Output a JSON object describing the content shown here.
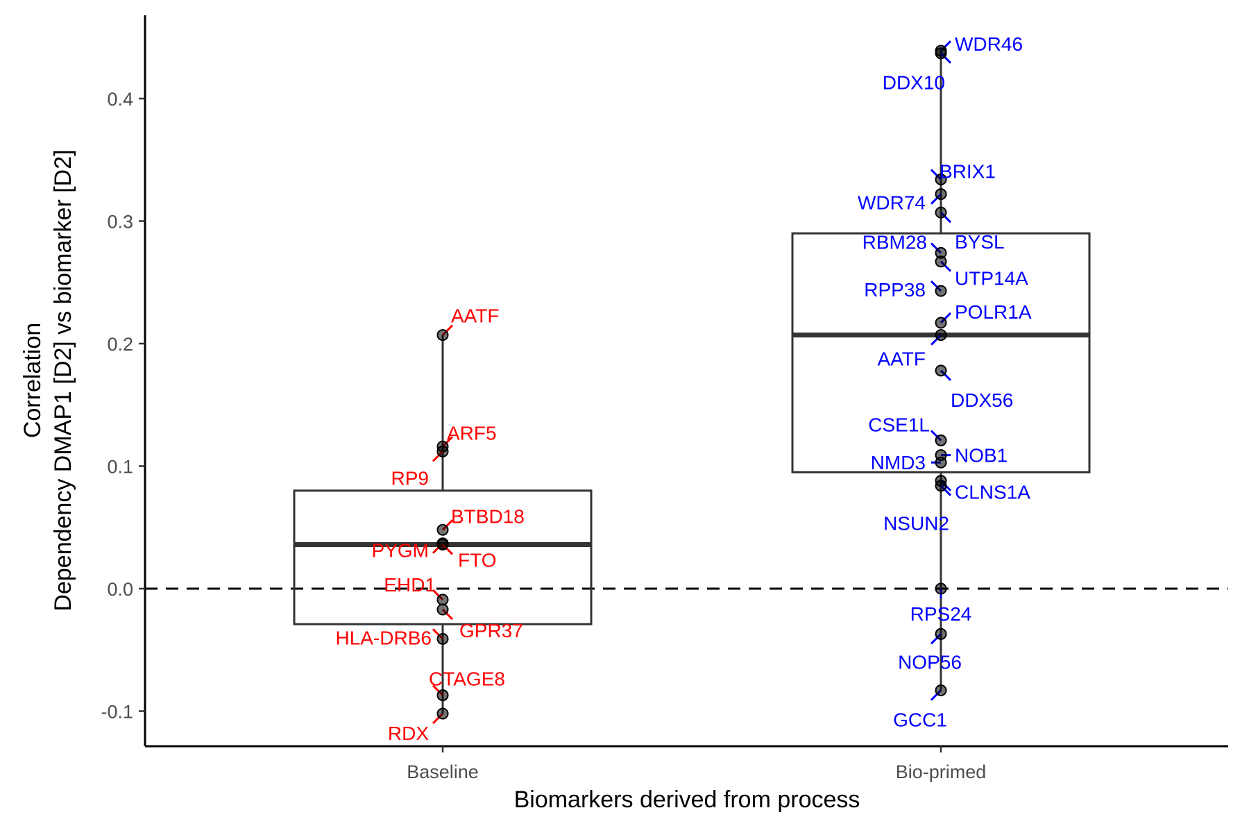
{
  "chart_data": {
    "type": "box",
    "xlabel": "Biomarkers derived from process",
    "ylabel_lines": [
      "Correlation",
      "Dependency DMAP1 [D2] vs biomarker [D2]"
    ],
    "ylim": [
      -0.13,
      0.465
    ],
    "yticks": [
      -0.1,
      0.0,
      0.1,
      0.2,
      0.3,
      0.4
    ],
    "ytick_labels": [
      "-0.1",
      "0.0",
      "0.1",
      "0.2",
      "0.3",
      "0.4"
    ],
    "reference_line": {
      "y": 0,
      "style": "dashed"
    },
    "grid": false,
    "colors": {
      "Baseline": "#ff0000",
      "Bio-primed": "#0000ff",
      "box": "#333333",
      "point": "#000000"
    },
    "groups": [
      {
        "category": "Baseline",
        "color": "#ff0000",
        "box": {
          "q1": -0.029,
          "median": 0.036,
          "q3": 0.08,
          "whisker_low": -0.102,
          "whisker_high": 0.207
        },
        "points": [
          {
            "label": "AATF",
            "y": 0.207
          },
          {
            "label": "ARF5",
            "y": 0.116
          },
          {
            "label": "RP9",
            "y": 0.112
          },
          {
            "label": "BTBD18",
            "y": 0.048
          },
          {
            "label": "PYGM",
            "y": 0.037
          },
          {
            "label": "FTO",
            "y": 0.036
          },
          {
            "label": "EHD1",
            "y": -0.009
          },
          {
            "label": "GPR37",
            "y": -0.017
          },
          {
            "label": "HLA-DRB6",
            "y": -0.041
          },
          {
            "label": "CTAGE8",
            "y": -0.087
          },
          {
            "label": "RDX",
            "y": -0.102
          }
        ]
      },
      {
        "category": "Bio-primed",
        "color": "#0000ff",
        "box": {
          "q1": 0.095,
          "median": 0.207,
          "q3": 0.29,
          "whisker_low": -0.083,
          "whisker_high": 0.439
        },
        "points": [
          {
            "label": "WDR46",
            "y": 0.439
          },
          {
            "label": "DDX10",
            "y": 0.437
          },
          {
            "label": "BRIX1",
            "y": 0.334
          },
          {
            "label": "WDR74",
            "y": 0.322
          },
          {
            "label": "BYSL",
            "y": 0.307
          },
          {
            "label": "RBM28",
            "y": 0.274
          },
          {
            "label": "UTP14A",
            "y": 0.267
          },
          {
            "label": "RPP38",
            "y": 0.243
          },
          {
            "label": "POLR1A",
            "y": 0.217
          },
          {
            "label": "AATF",
            "y": 0.207
          },
          {
            "label": "DDX56",
            "y": 0.178
          },
          {
            "label": "CSE1L",
            "y": 0.121
          },
          {
            "label": "NOB1",
            "y": 0.109
          },
          {
            "label": "NMD3",
            "y": 0.103
          },
          {
            "label": "CLNS1A",
            "y": 0.088
          },
          {
            "label": "NSUN2",
            "y": 0.084
          },
          {
            "label": "RPS24",
            "y": 0.0
          },
          {
            "label": "NOP56",
            "y": -0.037
          },
          {
            "label": "GCC1",
            "y": -0.083
          }
        ]
      }
    ]
  }
}
